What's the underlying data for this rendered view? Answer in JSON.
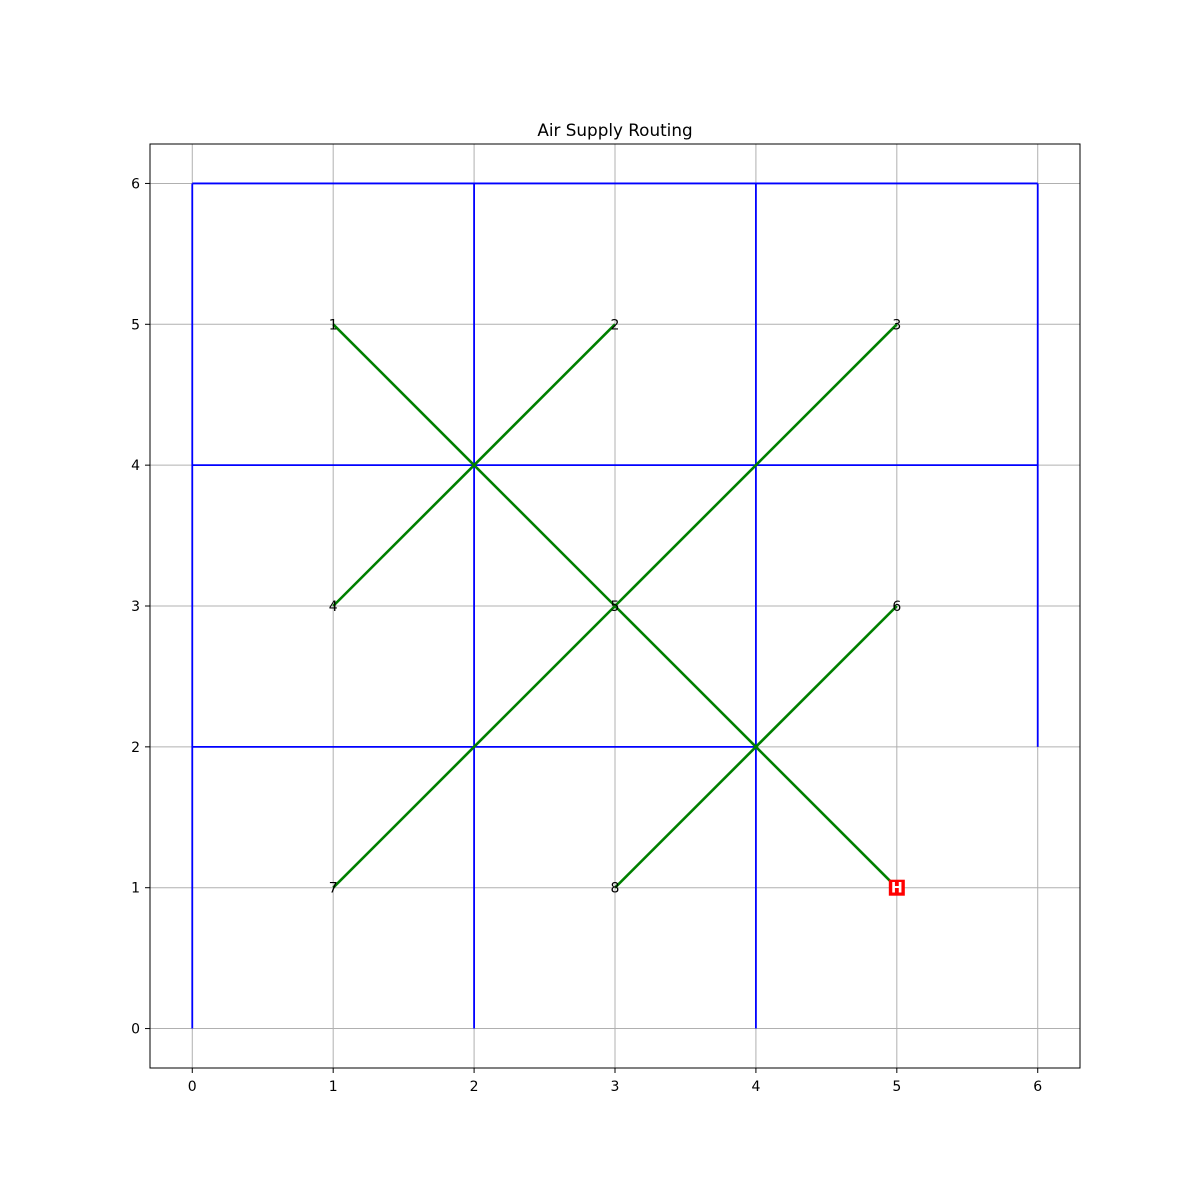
{
  "chart_data": {
    "type": "line",
    "title": "Air Supply Routing",
    "xlabel": "",
    "ylabel": "",
    "xlim": [
      -0.3,
      6.3
    ],
    "ylim": [
      -0.28,
      6.28
    ],
    "x_ticks": [
      0,
      1,
      2,
      3,
      4,
      5,
      6
    ],
    "y_ticks": [
      0,
      1,
      2,
      3,
      4,
      5,
      6
    ],
    "grid": true,
    "colors": {
      "grid": "#b0b0b0",
      "route_network": "#0000ff",
      "supply_paths": "#008000",
      "hq_marker": "#ff0000"
    },
    "route_network": [
      {
        "points": [
          [
            0,
            0
          ],
          [
            0,
            6
          ]
        ]
      },
      {
        "points": [
          [
            2,
            0
          ],
          [
            2,
            6
          ]
        ]
      },
      {
        "points": [
          [
            4,
            0
          ],
          [
            4,
            6
          ]
        ]
      },
      {
        "points": [
          [
            6,
            2
          ],
          [
            6,
            6
          ]
        ]
      },
      {
        "points": [
          [
            0,
            6
          ],
          [
            6,
            6
          ]
        ]
      },
      {
        "points": [
          [
            0,
            4
          ],
          [
            6,
            4
          ]
        ]
      },
      {
        "points": [
          [
            0,
            2
          ],
          [
            4,
            2
          ]
        ]
      }
    ],
    "supply_paths": [
      {
        "points": [
          [
            1,
            5
          ],
          [
            2,
            4
          ],
          [
            3,
            3
          ],
          [
            4,
            2
          ],
          [
            5,
            1
          ]
        ]
      },
      {
        "points": [
          [
            3,
            5
          ],
          [
            2,
            4
          ],
          [
            1,
            3
          ]
        ]
      },
      {
        "points": [
          [
            5,
            5
          ],
          [
            4,
            4
          ],
          [
            3,
            3
          ],
          [
            2,
            2
          ],
          [
            1,
            1
          ]
        ]
      },
      {
        "points": [
          [
            5,
            3
          ],
          [
            4,
            2
          ],
          [
            3,
            1
          ]
        ]
      }
    ],
    "nodes": [
      {
        "label": "1",
        "x": 1,
        "y": 5
      },
      {
        "label": "2",
        "x": 3,
        "y": 5
      },
      {
        "label": "3",
        "x": 5,
        "y": 5
      },
      {
        "label": "4",
        "x": 1,
        "y": 3
      },
      {
        "label": "5",
        "x": 3,
        "y": 3
      },
      {
        "label": "6",
        "x": 5,
        "y": 3
      },
      {
        "label": "7",
        "x": 1,
        "y": 1
      },
      {
        "label": "8",
        "x": 3,
        "y": 1
      }
    ],
    "hq": {
      "label": "H",
      "x": 5,
      "y": 1
    }
  }
}
